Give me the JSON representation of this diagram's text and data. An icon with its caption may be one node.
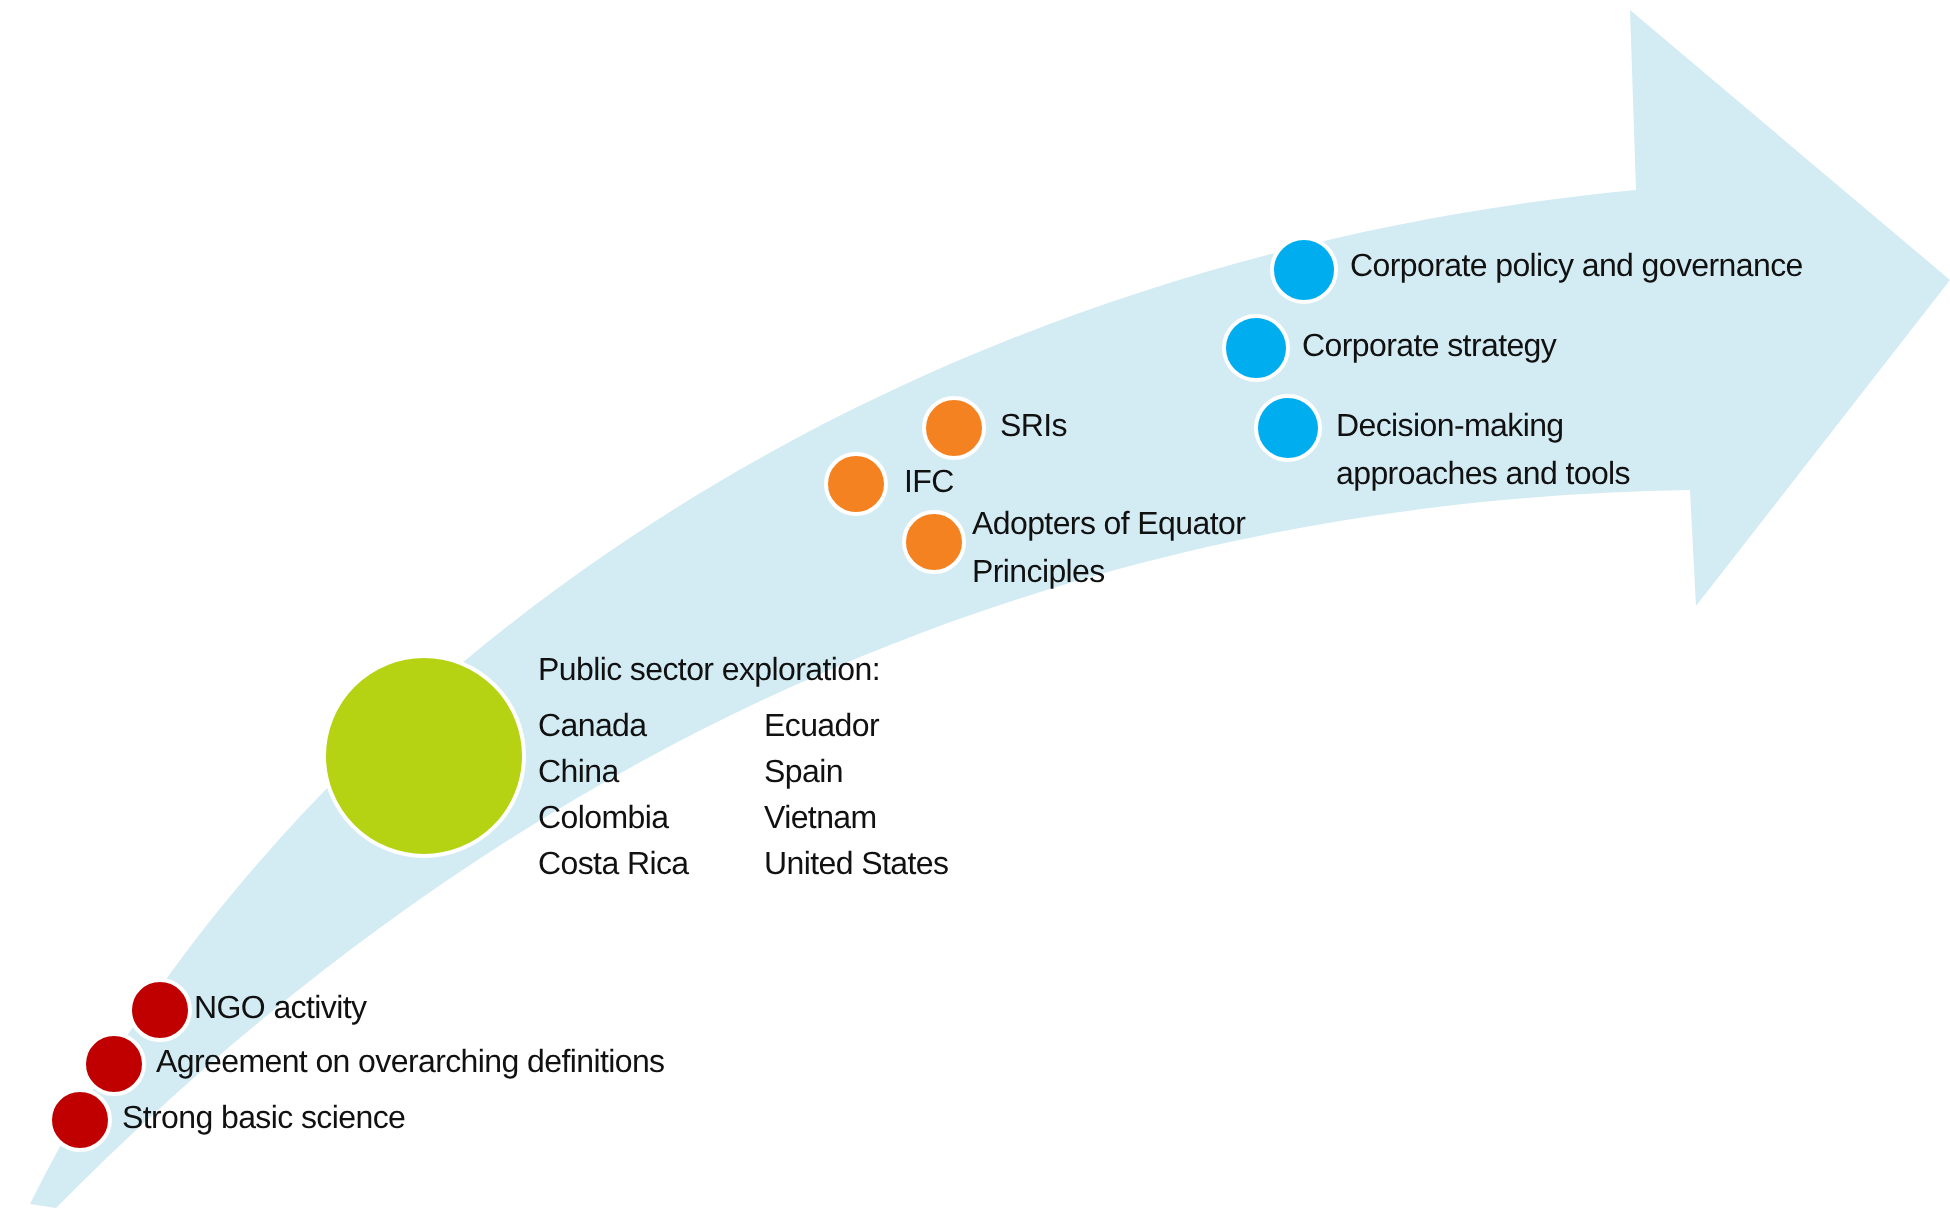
{
  "diagram": {
    "nodes": [
      {
        "text": [],
        "shape": "circle",
        "beside": [
          "Corporate policy and governance"
        ]
      },
      {
        "text": [],
        "shape": "circle",
        "beside": [
          "Corporate strategy"
        ]
      },
      {
        "text": [],
        "shape": "circle",
        "beside": [
          "Decision-making approaches and tools"
        ]
      },
      {
        "text": [],
        "shape": "circle",
        "beside": [
          "SRIs"
        ]
      },
      {
        "text": [],
        "shape": "circle",
        "beside": [
          "IFC"
        ]
      },
      {
        "text": [],
        "shape": "circle",
        "beside": [
          "Adopters of Equator Principles"
        ]
      },
      {
        "text": [],
        "shape": "circle",
        "beside": [
          "Public sector exploration:",
          "Canada",
          "Ecuador",
          "China",
          "Spain",
          "Colombia",
          "Vietnam",
          "Costa Rica",
          "United States"
        ]
      },
      {
        "text": [],
        "shape": "circle",
        "beside": [
          "NGO activity"
        ]
      },
      {
        "text": [],
        "shape": "circle",
        "beside": [
          "Agreement on overarching definitions"
        ]
      },
      {
        "text": [],
        "shape": "circle",
        "beside": [
          "Strong basic science"
        ]
      }
    ]
  }
}
